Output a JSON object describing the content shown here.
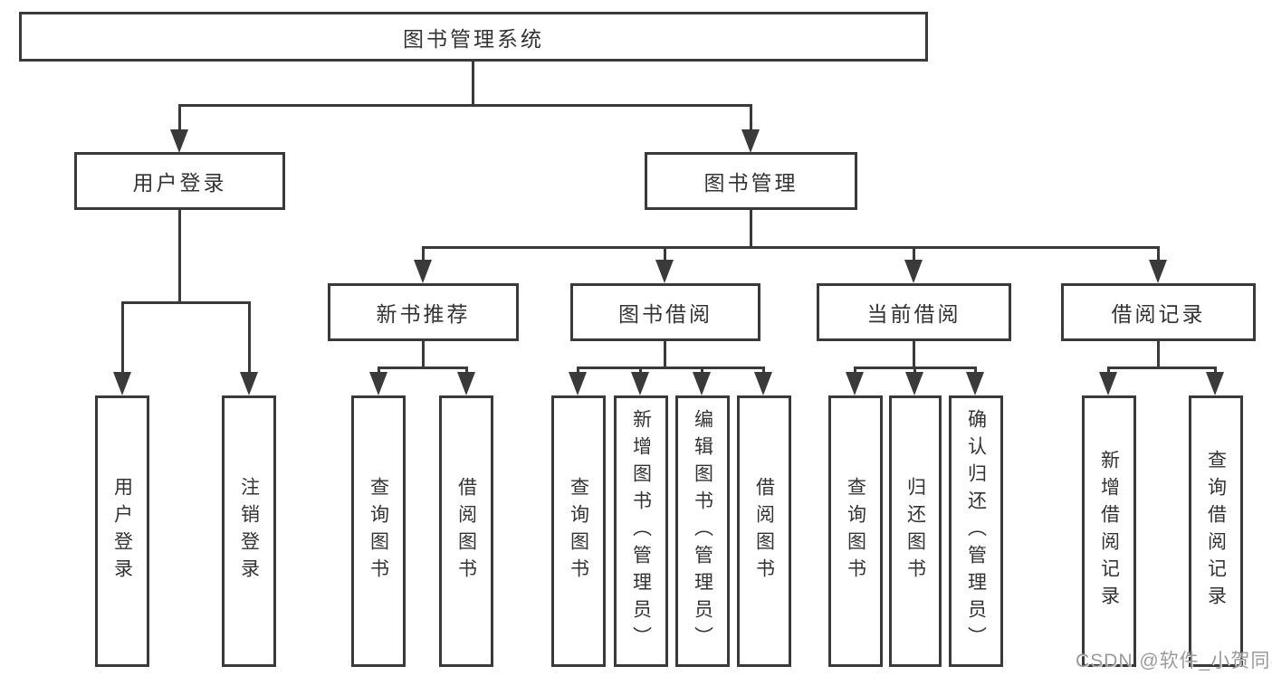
{
  "diagram": {
    "root": "图书管理系统",
    "level2": [
      "用户登录",
      "图书管理"
    ],
    "level3": [
      "新书推荐",
      "图书借阅",
      "当前借阅",
      "借阅记录"
    ],
    "leaves": {
      "user_login": [
        "用户登录",
        "注销登录"
      ],
      "new_book_recommendation": [
        "查询图书",
        "借阅图书"
      ],
      "book_borrowing": [
        "查询图书",
        "新增图书（管理员）",
        "编辑图书（管理员）",
        "借阅图书"
      ],
      "current_borrowing": [
        "查询图书",
        "归还图书",
        "确认归还（管理员）"
      ],
      "borrowing_records": [
        "新增借阅记录",
        "查询借阅记录"
      ]
    },
    "hierarchy": {
      "图书管理系统": [
        "用户登录",
        "图书管理"
      ],
      "用户登录": [
        "用户登录",
        "注销登录"
      ],
      "图书管理": [
        "新书推荐",
        "图书借阅",
        "当前借阅",
        "借阅记录"
      ],
      "新书推荐": [
        "查询图书",
        "借阅图书"
      ],
      "图书借阅": [
        "查询图书",
        "新增图书（管理员）",
        "编辑图书（管理员）",
        "借阅图书"
      ],
      "当前借阅": [
        "查询图书",
        "归还图书",
        "确认归还（管理员）"
      ],
      "借阅记录": [
        "新增借阅记录",
        "查询借阅记录"
      ]
    }
  },
  "watermark": "CSDN @软件_小贺同学",
  "colors": {
    "line": "#3a3a3a",
    "box_border": "#3a3a3a",
    "box_fill": "#ffffff",
    "text": "#333333",
    "watermark": "#9a9a9a",
    "background": "#ffffff"
  }
}
